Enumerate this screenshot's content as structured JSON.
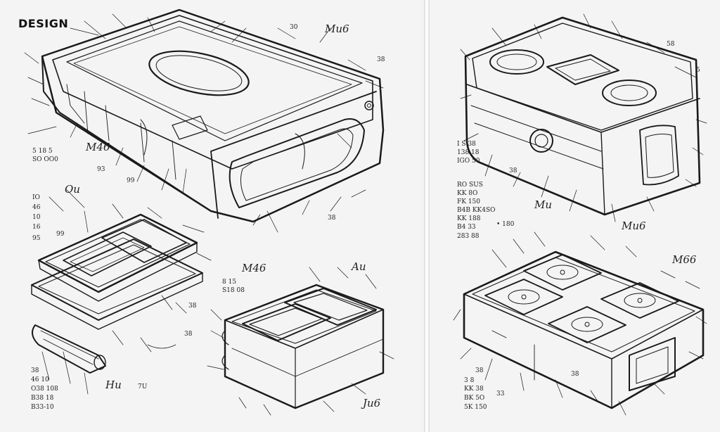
{
  "brand": "DESIGN",
  "labels": {
    "left_top_right_1": "30",
    "left_top_right_2": "38",
    "left_script_1": "Mu6",
    "left_mid_1": "5 18 5",
    "left_mid_2": "SO OO0",
    "left_script_2": "M46",
    "left_small_1": "93",
    "left_small_2": "99",
    "left_block_a": [
      "IO",
      "46",
      "10",
      "16",
      "95"
    ],
    "left_script_3": "Ou",
    "left_mid_3": "99",
    "left_mid_4": "38",
    "left_mid_5": "8 15",
    "left_mid_6": "S18 08",
    "left_script_4": "M46",
    "left_script_5": "Au",
    "left_mid_7": "38",
    "left_bottom_block": [
      "38",
      "46 10",
      "O38 108",
      "B38 18",
      "B33-10"
    ],
    "left_script_6": "Hu",
    "left_bottom_1": "7U",
    "left_bottom_2": "38",
    "left_script_7": "Ju6",
    "right_top_1": "58",
    "right_top_2": "5",
    "right_block_a": [
      "I S 38",
      "138 18",
      "IGO 50"
    ],
    "right_block_b": [
      "RO SUS",
      "KK 8O",
      "FK 150",
      "B4B KK4SO",
      "KK 188",
      "B4 33",
      "283 88"
    ],
    "right_mid_1": "38",
    "right_mid_2": "• 180",
    "right_script_1": "Mu",
    "right_script_2": "Mu6",
    "right_script_3": "M66",
    "right_bottom_block": [
      "38",
      "3 8",
      "KK 38",
      "BK 5O",
      "5K 150"
    ],
    "right_bottom_1": "33",
    "right_bottom_2": "38"
  }
}
